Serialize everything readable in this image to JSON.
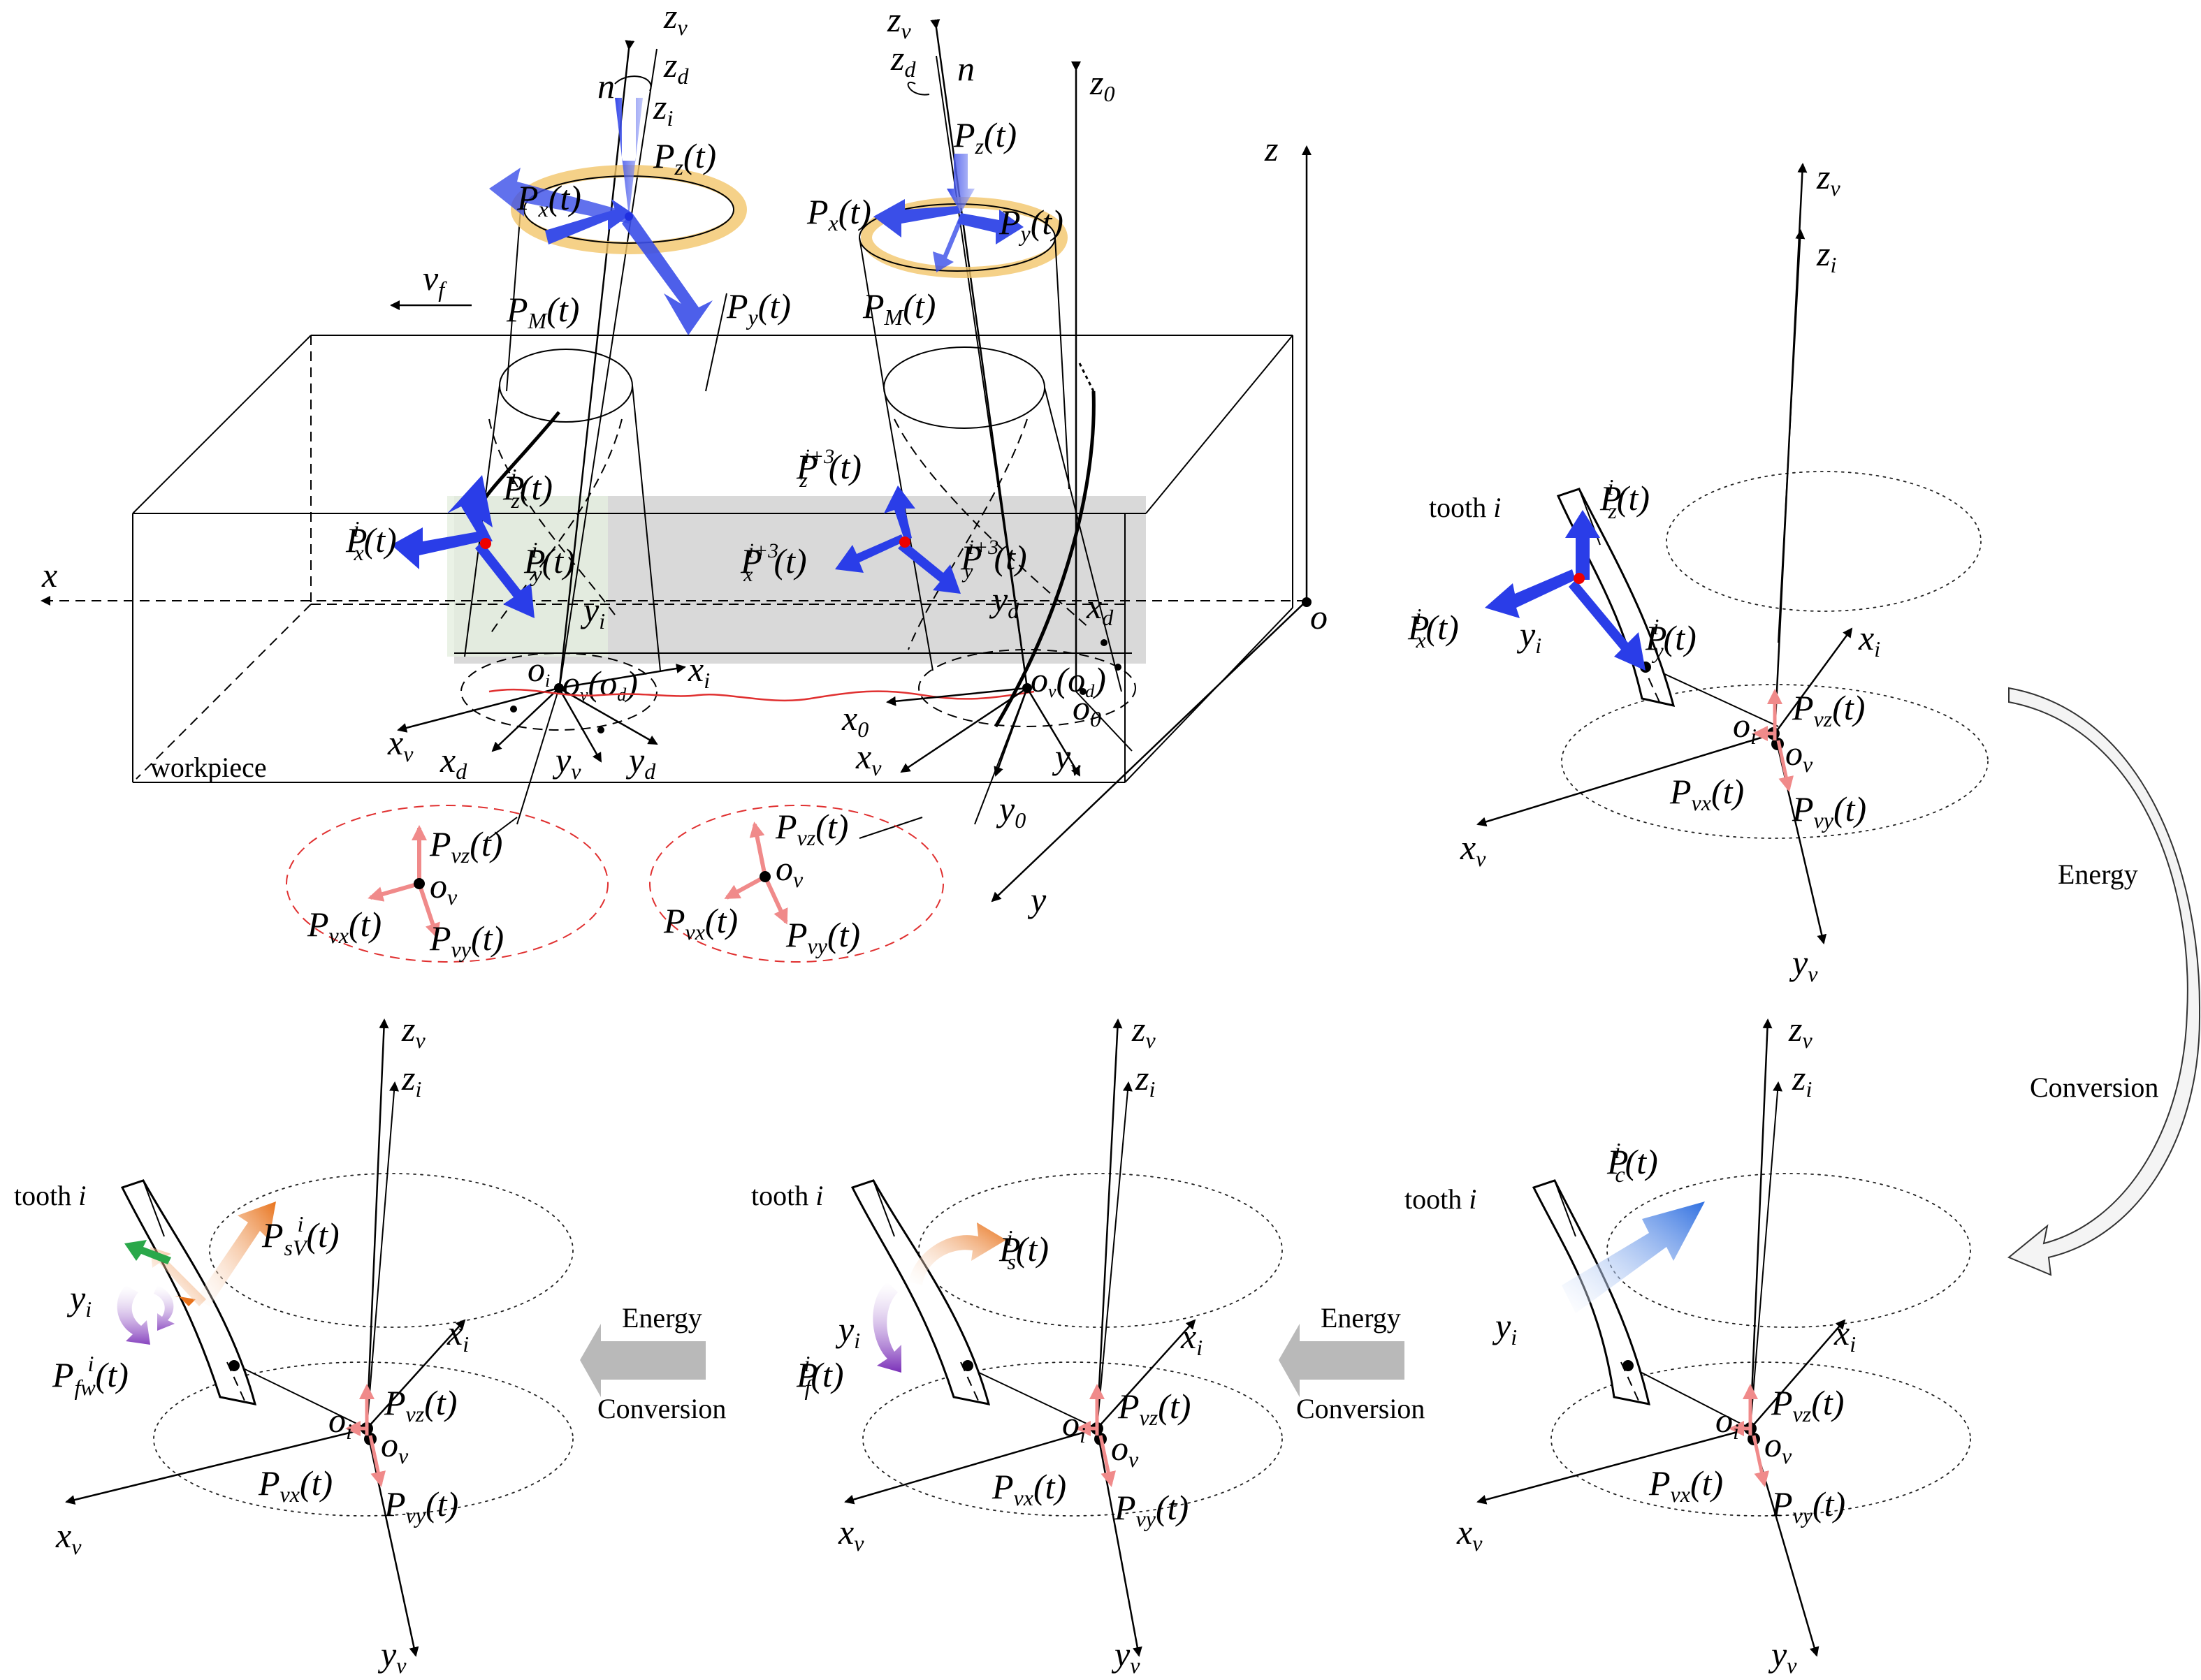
{
  "labels": {
    "zv": "z",
    "zv_sub": "v",
    "zd": "z",
    "zd_sub": "d",
    "zi": "z",
    "zi_sub": "i",
    "z0": "z",
    "z0_sub": "0",
    "z": "z",
    "x": "x",
    "y": "y",
    "o": "o",
    "n": "n",
    "vf": "v",
    "vf_sub": "f",
    "Px": "P",
    "Px_sub": "x",
    "Py": "P",
    "Py_sub": "y",
    "Pz": "P",
    "Pz_sub": "z",
    "PM": "P",
    "PM_sub": "M",
    "t": "(t)",
    "Pzi": "P",
    "Pzi_sub": "z",
    "Pzi_sup": "i",
    "Pxi": "P",
    "Pxi_sub": "x",
    "Pxi_sup": "i",
    "Pyi": "P",
    "Pyi_sub": "y",
    "Pyi_sup": "i",
    "Pz3": "P",
    "Pz3_sub": "z",
    "Pz3_sup": "i+3",
    "Px3": "P",
    "Px3_sub": "x",
    "Px3_sup": "i+3",
    "Py3": "P",
    "Py3_sub": "y",
    "Py3_sup": "i+3",
    "yi": "y",
    "yi_sub": "i",
    "yd": "y",
    "yd_sub": "d",
    "xd": "x",
    "xd_sub": "d",
    "xi": "x",
    "xi_sub": "i",
    "x0": "x",
    "x0_sub": "0",
    "y0": "y",
    "y0_sub": "0",
    "xv": "x",
    "xv_sub": "v",
    "yv": "y",
    "yv_sub": "v",
    "oi": "o",
    "oi_sub": "i",
    "ov": "o",
    "ov_sub": "v",
    "od": "(o",
    "od_sub": "d",
    "od_close": ")",
    "o0": "o",
    "o0_sub": "0",
    "Pvz": "P",
    "Pvz_sub": "vz",
    "Pvx": "P",
    "Pvx_sub": "vx",
    "Pvy": "P",
    "Pvy_sub": "vy",
    "Pci": "P",
    "Pci_sub": "c",
    "Pci_sup": "i",
    "Psi": "P",
    "Psi_sub": "s",
    "Psi_sup": "i",
    "Pfi": "P",
    "Pfi_sub": "f",
    "Pfi_sup": "i",
    "PsVi": "P",
    "PsVi_sub": "sV",
    "PsVi_sup": "i",
    "Pfwi": "P",
    "Pfwi_sub": "fw",
    "Pfwi_sup": "i",
    "tooth": "tooth",
    "tooth_i": "i"
  },
  "words": {
    "workpiece": "workpiece",
    "energy": "Energy",
    "conversion": "Conversion"
  },
  "colors": {
    "force_blue": "#1f2fe0",
    "vib_pink": "#f08a8a",
    "tool_ring": "#f2c66a",
    "chip_orange": "#e8731c",
    "friction_purple": "#8a3fc8",
    "green": "#2aa84a",
    "gray_arrow": "#b9b9b9",
    "workpiece_gray": "#d2d2d2"
  }
}
